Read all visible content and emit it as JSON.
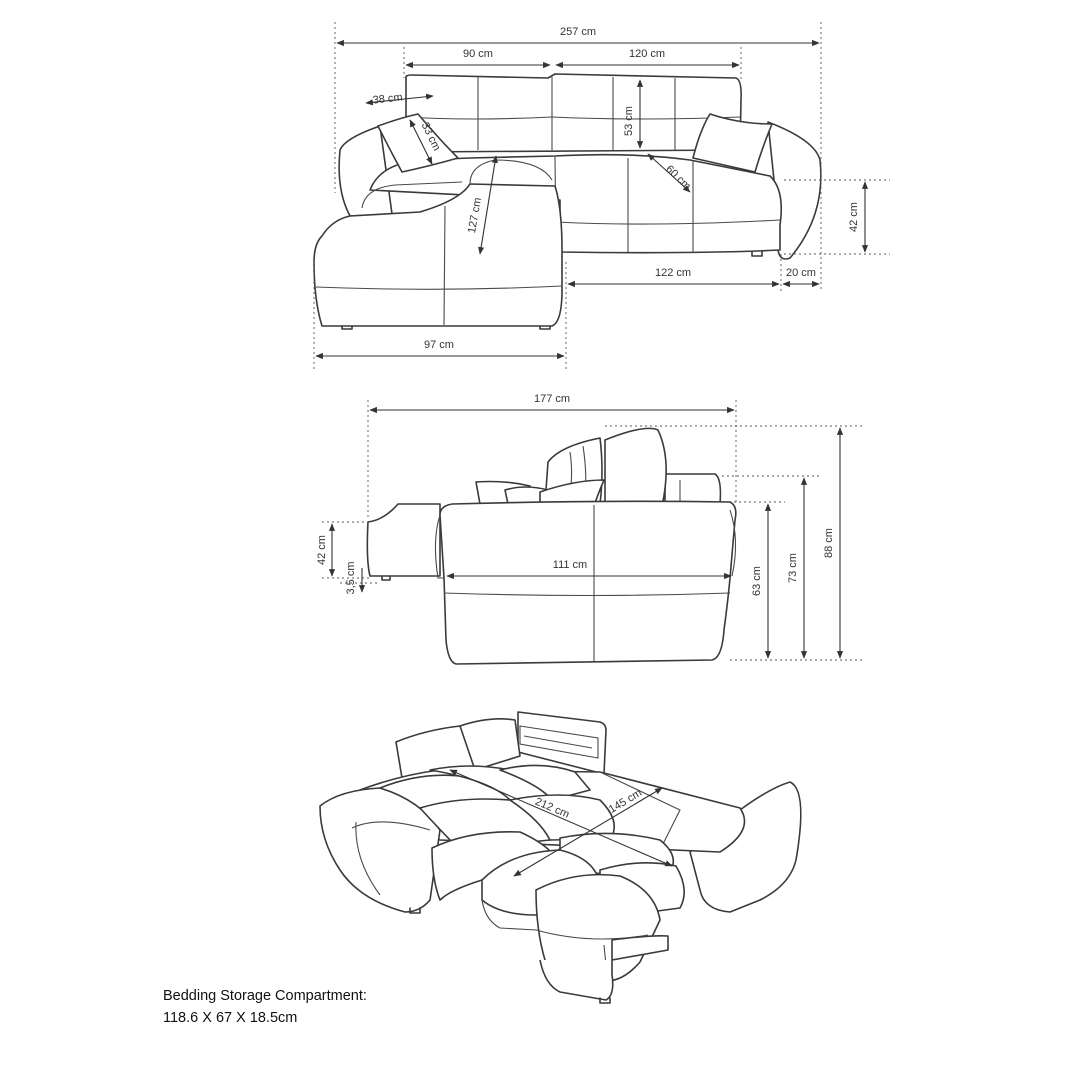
{
  "top_view": {
    "total_width": "257 cm",
    "seat_left": "90 cm",
    "seat_right": "120 cm",
    "pillow_width": "38 cm",
    "pillow_height": "33 cm",
    "back_height": "53 cm",
    "seat_depth": "60 cm",
    "chaise_depth": "127 cm",
    "seat_height": "42 cm",
    "main_section": "122 cm",
    "arm_width": "20 cm",
    "chaise_width": "97 cm"
  },
  "side_view": {
    "total_depth": "177 cm",
    "chaise_height": "42 cm",
    "leg_height": "3,5 cm",
    "seat_width": "111 cm",
    "arm_height": "63 cm",
    "back_height": "73 cm",
    "total_height": "88 cm"
  },
  "bed_view": {
    "bed_length": "212 cm",
    "bed_width": "145 cm"
  },
  "caption": {
    "line1": "Bedding Storage Compartment:",
    "line2": "118.6 X 67 X 18.5cm"
  }
}
